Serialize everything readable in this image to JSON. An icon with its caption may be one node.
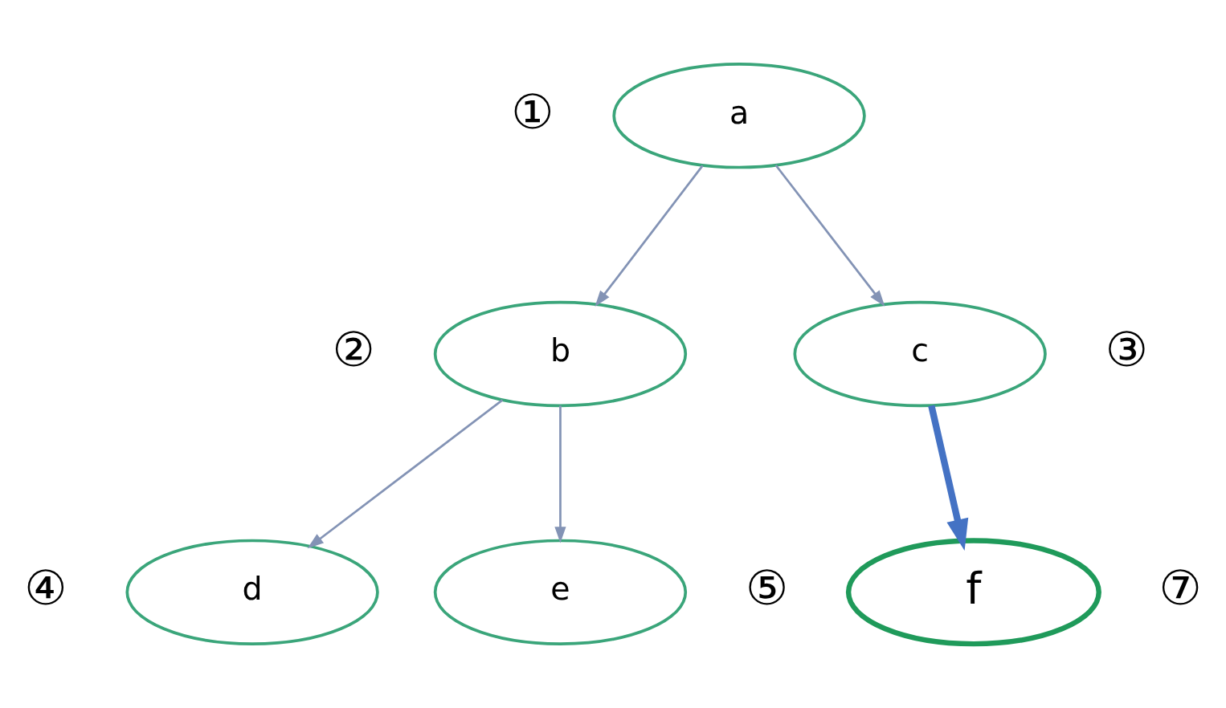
{
  "diagram": {
    "nodes": [
      {
        "text": [
          "a"
        ],
        "beside": [
          "①"
        ]
      },
      {
        "text": [
          "b"
        ],
        "beside": [
          "②"
        ]
      },
      {
        "text": [
          "c"
        ],
        "beside": [
          "③"
        ]
      },
      {
        "text": [
          "d"
        ],
        "beside": [
          "④"
        ]
      },
      {
        "text": [
          "e"
        ],
        "beside": [
          "⑤"
        ]
      },
      {
        "text": [
          "f"
        ],
        "beside": [
          "⑦"
        ]
      }
    ],
    "edges": [
      {
        "from": 0,
        "to": 1,
        "arrow": "to"
      },
      {
        "from": 0,
        "to": 2,
        "arrow": "to"
      },
      {
        "from": 1,
        "to": 3,
        "arrow": "to"
      },
      {
        "from": 1,
        "to": 4,
        "arrow": "to"
      },
      {
        "from": 2,
        "to": 5,
        "arrow": "to",
        "style": "thick",
        "color": "#4472c4"
      }
    ]
  }
}
